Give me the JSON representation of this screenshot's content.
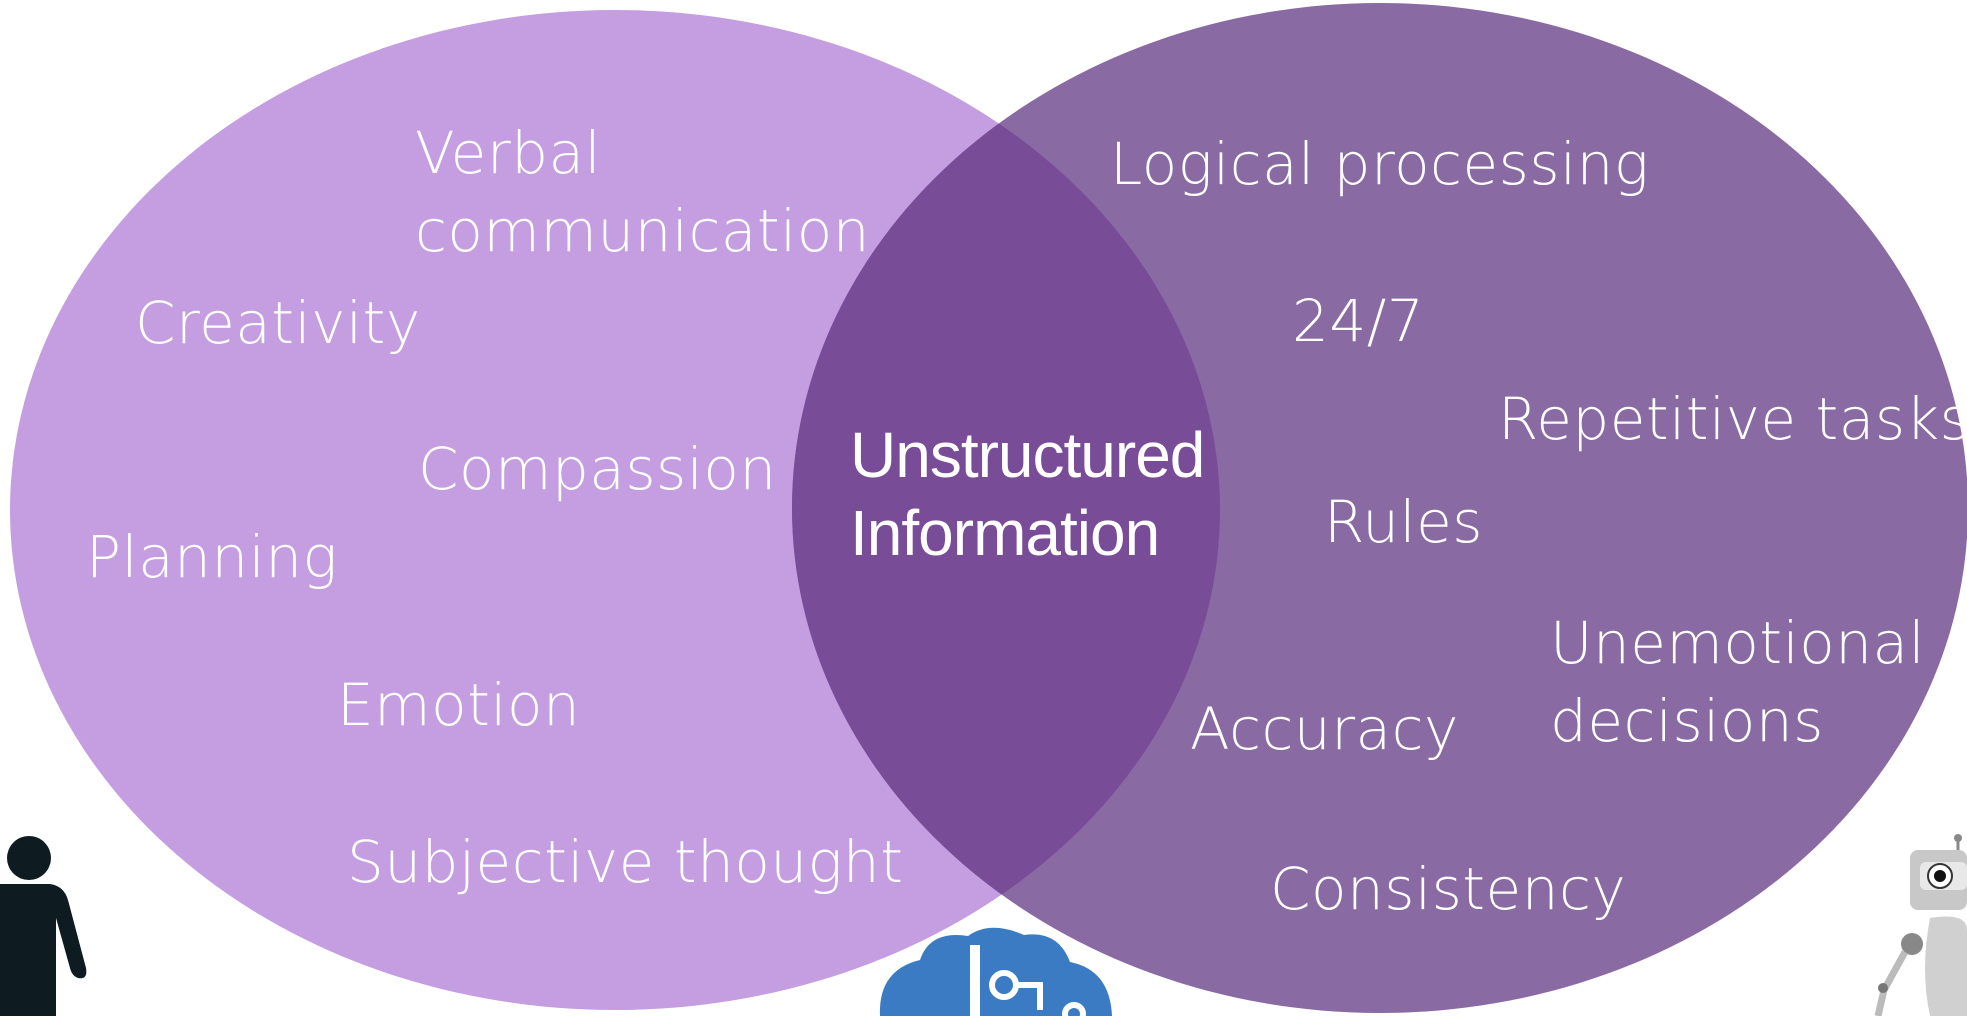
{
  "colors": {
    "left_circle": "#c49ee0",
    "right_circle": "#8a6aa3",
    "overlap": "#794c98",
    "text": "#ffffff",
    "person": "#0e1c22",
    "cloud": "#3a7bc4",
    "robot": "#c8c8c8"
  },
  "icons": {
    "human": "person-icon",
    "machine": "robot-icon",
    "brain": "cloud-circuit-icon"
  },
  "left": {
    "verbal": [
      "Verbal",
      "communication"
    ],
    "creativity": "Creativity",
    "compassion": "Compassion",
    "planning": "Planning",
    "emotion": "Emotion",
    "subjective": "Subjective thought"
  },
  "center": [
    "Unstructured",
    "Information"
  ],
  "right": {
    "logical": "Logical processing",
    "always_on": "24/7",
    "repetitive": "Repetitive tasks",
    "rules": "Rules",
    "unemotional": [
      "Unemotional",
      "decisions"
    ],
    "accuracy": "Accuracy",
    "consistency": "Consistency"
  }
}
